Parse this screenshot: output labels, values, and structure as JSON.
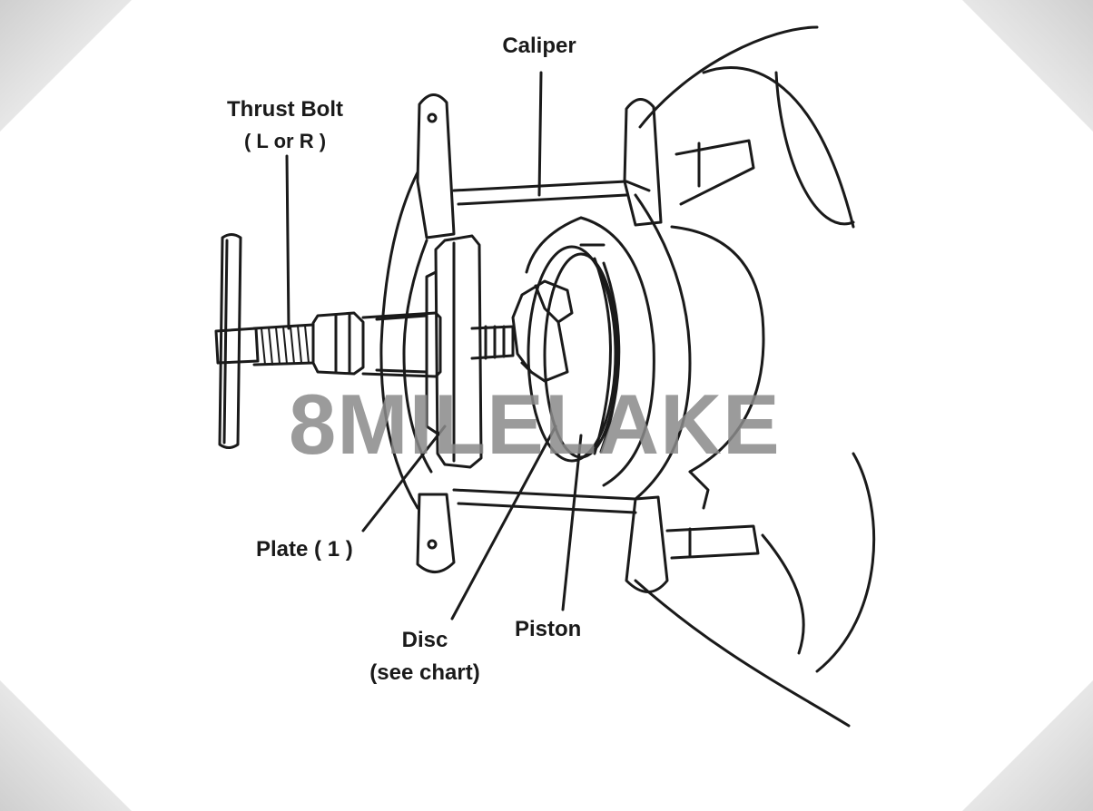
{
  "labels": {
    "caliper": "Caliper",
    "thrust_bolt": "Thrust Bolt",
    "thrust_bolt_note": "( L or R )",
    "plate": "Plate ( 1 )",
    "disc": "Disc",
    "disc_note": "(see chart)",
    "piston": "Piston"
  },
  "watermark": "8MILELAKE",
  "colors": {
    "ink": "#1a1a1a",
    "watermark": "#8a8a8a",
    "corner_shade": "#d9d9d9"
  }
}
